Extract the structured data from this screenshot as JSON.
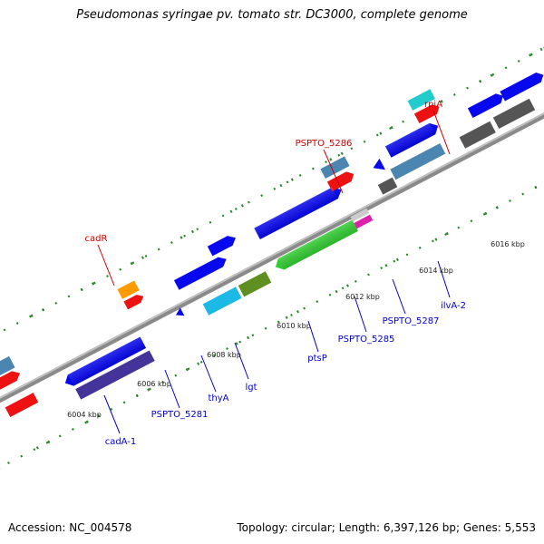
{
  "title": "Pseudomonas syringae pv. tomato str. DC3000, complete genome",
  "footer": {
    "accession": "Accession: NC_004578",
    "topology": "Topology: circular; Length: 6,397,126 bp; Genes: 5,553"
  },
  "scale_ticks": [
    "6004 kbp",
    "6006 kbp",
    "6008 kbp",
    "6010 kbp",
    "6012 kbp",
    "6014 kbp",
    "6016 kbp"
  ],
  "forward_labels": [
    "cadR",
    "PSPTO_5286",
    "rpiA"
  ],
  "reverse_labels": [
    "cadA-1",
    "PSPTO_5281",
    "thyA",
    "lgt",
    "ptsP",
    "PSPTO_5285",
    "PSPTO_5287",
    "ilvA-2"
  ],
  "colors": {
    "label_forward": "#cc0000",
    "label_reverse": "#0000cc",
    "backbone": "#909090",
    "dots": "#228822"
  }
}
